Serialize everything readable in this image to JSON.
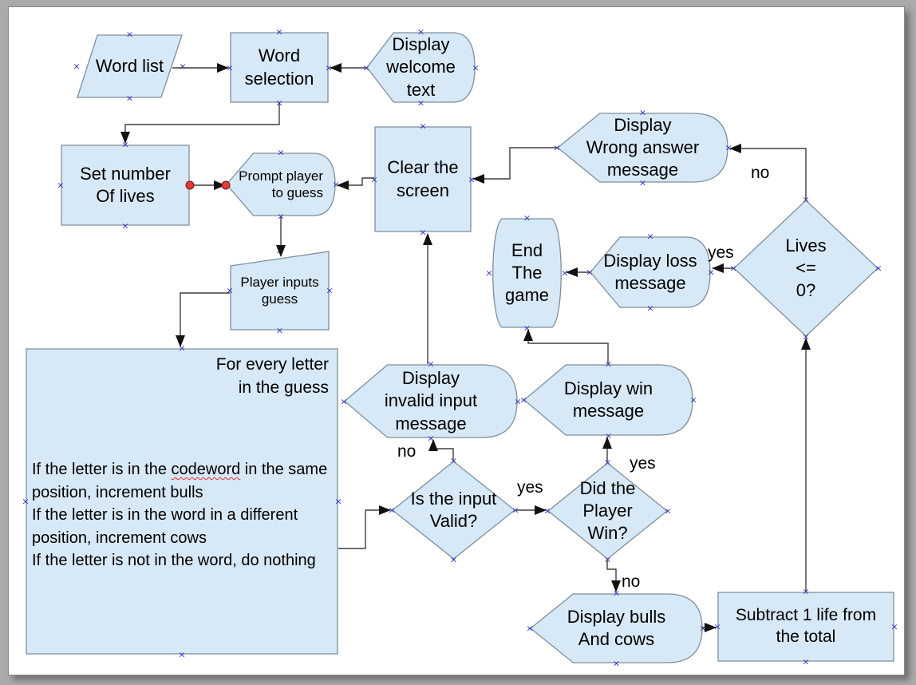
{
  "colors": {
    "node_fill": "#d7e8f6",
    "node_stroke": "#7d8e9e",
    "connector": "#3f3f3f",
    "cp_color": "#2b2bc8",
    "endpoint_red": "#e03c3c",
    "outer_bg": "#ababab",
    "page_bg": "#ffffff"
  },
  "nodes": {
    "word_list": {
      "label": "Word list",
      "shape": "data"
    },
    "word_selection": {
      "label": "Word\nselection",
      "shape": "process"
    },
    "display_welcome": {
      "label": "Display\nwelcome\ntext",
      "shape": "display"
    },
    "set_lives": {
      "label": "Set number\nOf lives",
      "shape": "process"
    },
    "prompt_player": {
      "label": "Prompt player\nto guess",
      "shape": "display"
    },
    "clear_screen": {
      "label": "Clear the\nscreen",
      "shape": "process"
    },
    "wrong_answer": {
      "label": "Display\nWrong answer\nmessage",
      "shape": "display"
    },
    "lives_check": {
      "label": "Lives\n<=\n0?",
      "shape": "decision"
    },
    "end_game": {
      "label": "End\nThe\ngame",
      "shape": "terminator"
    },
    "loss_message": {
      "label": "Display loss\nmessage",
      "shape": "display"
    },
    "player_input": {
      "label": "Player inputs\nguess",
      "shape": "manual-input"
    },
    "for_every_letter": {
      "shape": "process",
      "header": "For every letter\nin the guess",
      "body_part1": "If the letter is in the ",
      "body_misspelled_word": "codeword",
      "body_part2": " in the same position, increment bulls\nIf the letter is in the word in a different position, increment cows\nIf the letter is not in the word, do nothing"
    },
    "invalid_input": {
      "label": "Display\ninvalid input\nmessage",
      "shape": "display"
    },
    "win_message": {
      "label": "Display win\nmessage",
      "shape": "display"
    },
    "input_valid": {
      "label": "Is the input\nValid?",
      "shape": "decision"
    },
    "did_player_win": {
      "label": "Did the\nPlayer\nWin?",
      "shape": "decision"
    },
    "bulls_cows": {
      "label": "Display bulls\nAnd cows",
      "shape": "display"
    },
    "subtract_life": {
      "label": "Subtract 1 life from\nthe total",
      "shape": "process"
    }
  },
  "edge_labels": {
    "lives_no": "no",
    "lives_yes": "yes",
    "valid_no": "no",
    "valid_yes": "yes",
    "win_yes": "yes",
    "win_no": "no"
  }
}
